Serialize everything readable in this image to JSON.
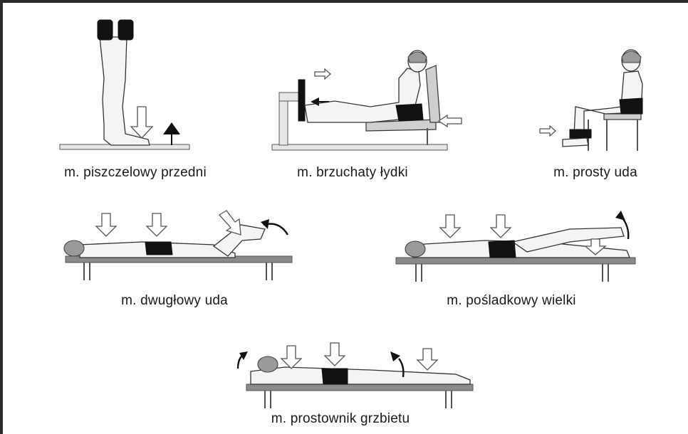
{
  "captions": {
    "tibialis": "m. piszczelowy przedni",
    "gastrocnemius": "m. brzuchaty łydki",
    "rectus": "m. prosty uda",
    "biceps": "m. dwugłowy uda",
    "gluteus": "m. pośladkowy wielki",
    "erector": "m. prostownik grzbietu"
  }
}
